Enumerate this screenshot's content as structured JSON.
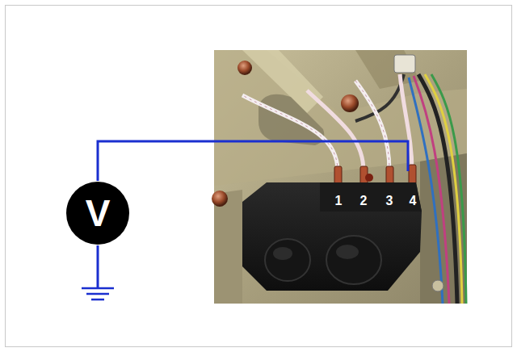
{
  "diagram": {
    "nodes": [
      {
        "text": [
          "V"
        ]
      }
    ],
    "labels": [
      "1",
      "2",
      "3",
      "4"
    ]
  }
}
